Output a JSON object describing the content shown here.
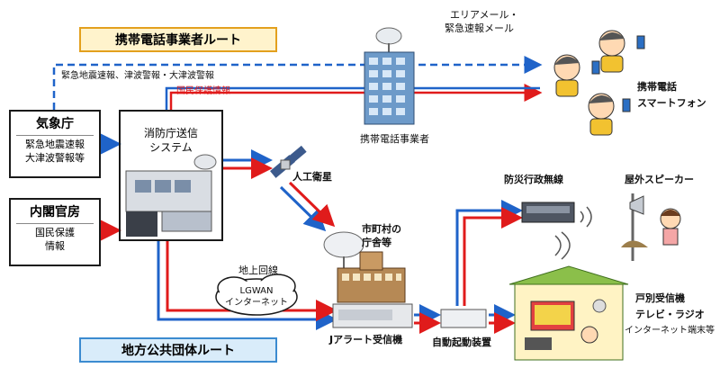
{
  "routes": {
    "carrier_route": "携帯電話事業者ルート",
    "local_route": "地方公共団体ルート"
  },
  "sources": {
    "jma": {
      "title": "気象庁",
      "lines": [
        "緊急地震速報",
        "大津波警報等"
      ]
    },
    "cabinet": {
      "title": "内閣官房",
      "lines": [
        "国民保護",
        "情報"
      ]
    }
  },
  "fdma": {
    "line1": "消防庁送信",
    "line2": "システム"
  },
  "flows": {
    "blue_top": "緊急地震速報、津波警報・大津波警報",
    "red_top": "国民保護情報"
  },
  "nodes": {
    "carrier": "携帯電話事業者",
    "area_mail_1": "エリアメール・",
    "area_mail_2": "緊急速報メール",
    "mobile_phone": "携帯電話",
    "smartphone": "スマートフォン",
    "satellite": "人工衛星",
    "municipal_1": "市町村の",
    "municipal_2": "庁舎等",
    "ground_line": "地上回線",
    "lgwan_1": "LGWAN",
    "lgwan_2": "インターネット",
    "jalert": "Jアラート受信機",
    "auto_start": "自動起動装置",
    "radio": "防災行政無線",
    "speaker": "屋外スピーカー",
    "household_1": "戸別受信機",
    "household_2": "テレビ・ラジオ",
    "household_3": "インターネット端末等"
  },
  "colors": {
    "blue": "#1f63c9",
    "red": "#e01b1b",
    "carrier_route_bg": "#fff3cc",
    "local_route_bg": "#d9ecfa"
  }
}
